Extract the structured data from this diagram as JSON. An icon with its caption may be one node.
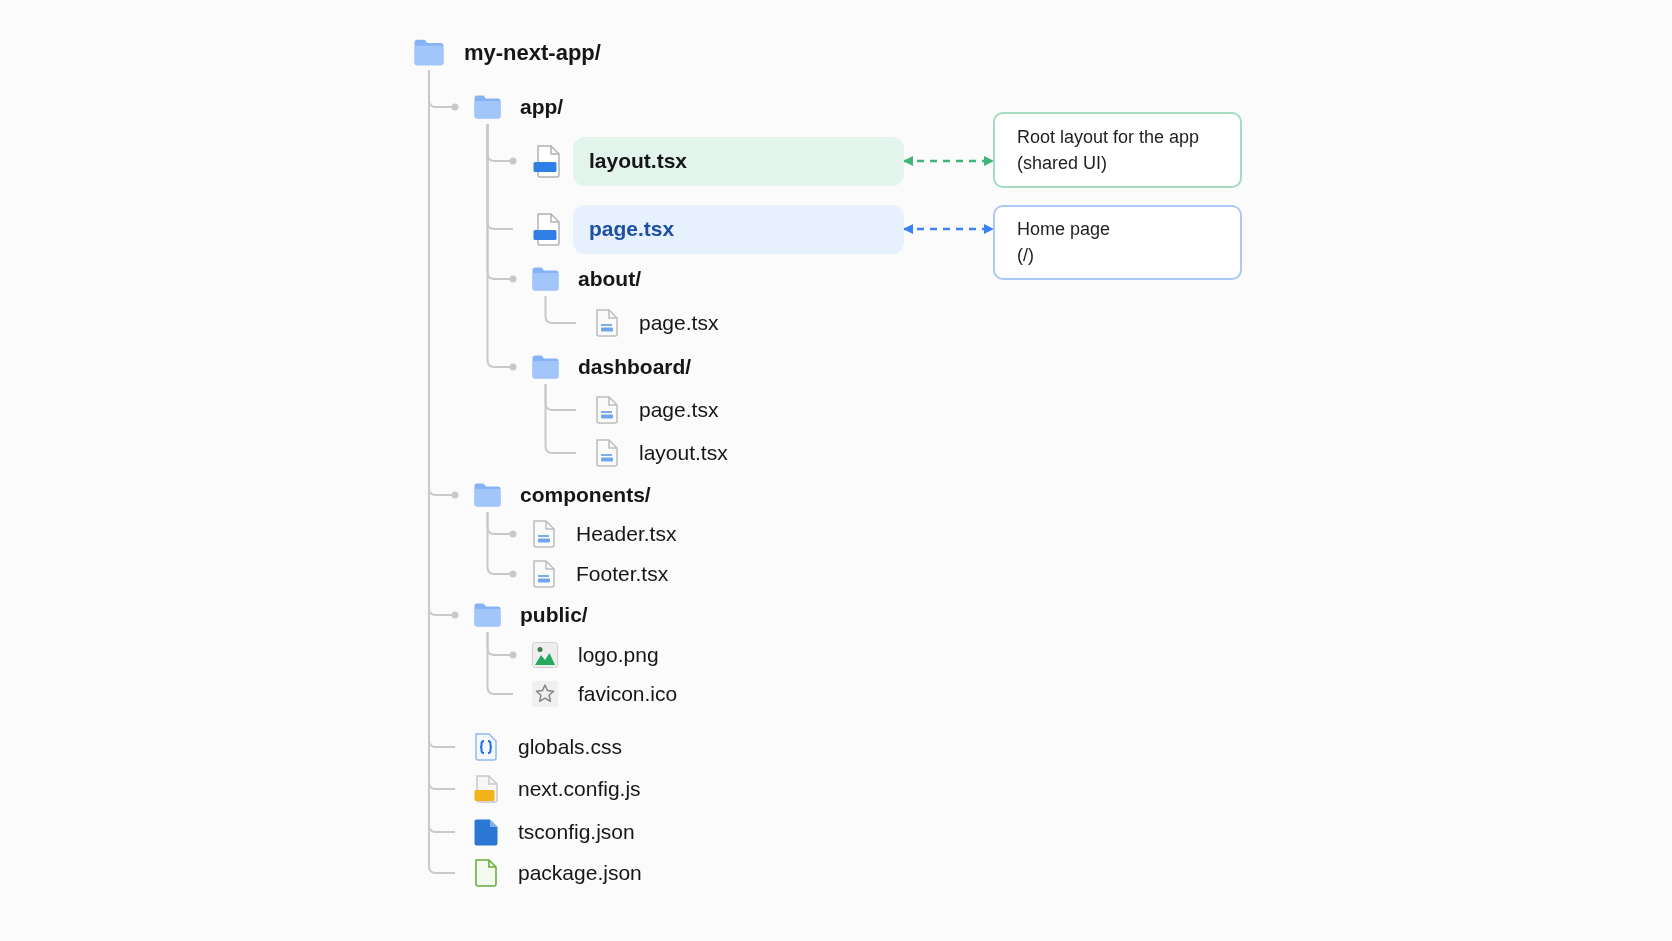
{
  "diagram": {
    "nodes": [
      {
        "text": [
          "my-next-app/"
        ]
      },
      {
        "text": [
          "app/"
        ]
      },
      {
        "text": [
          "layout.tsx"
        ]
      },
      {
        "text": [
          "page.tsx"
        ]
      },
      {
        "text": [
          "about/"
        ]
      },
      {
        "text": [
          "page.tsx"
        ]
      },
      {
        "text": [
          "dashboard/"
        ]
      },
      {
        "text": [
          "page.tsx"
        ]
      },
      {
        "text": [
          "layout.tsx"
        ]
      },
      {
        "text": [
          "components/"
        ]
      },
      {
        "text": [
          "Header.tsx"
        ]
      },
      {
        "text": [
          "Footer.tsx"
        ]
      },
      {
        "text": [
          "public/"
        ]
      },
      {
        "text": [
          "logo.png"
        ]
      },
      {
        "text": [
          "favicon.ico"
        ]
      },
      {
        "text": [
          "globals.css"
        ]
      },
      {
        "text": [
          "next.config.js"
        ]
      },
      {
        "text": [
          "tsconfig.json"
        ]
      },
      {
        "text": [
          "package.json"
        ]
      },
      {
        "text": [
          "Root layout for the app",
          "(shared UI)"
        ]
      },
      {
        "text": [
          "Home page",
          "(/)"
        ]
      }
    ],
    "edges": [
      {
        "from": 0,
        "to": 1,
        "arrow": "other"
      },
      {
        "from": 1,
        "to": 2,
        "arrow": "other"
      },
      {
        "from": 1,
        "to": 3,
        "arrow": "none"
      },
      {
        "from": 1,
        "to": 4,
        "arrow": "other"
      },
      {
        "from": 4,
        "to": 5,
        "arrow": "none"
      },
      {
        "from": 1,
        "to": 6,
        "arrow": "other"
      },
      {
        "from": 6,
        "to": 7,
        "arrow": "none"
      },
      {
        "from": 6,
        "to": 8,
        "arrow": "none"
      },
      {
        "from": 0,
        "to": 9,
        "arrow": "other"
      },
      {
        "from": 9,
        "to": 10,
        "arrow": "other"
      },
      {
        "from": 9,
        "to": 11,
        "arrow": "other"
      },
      {
        "from": 0,
        "to": 12,
        "arrow": "other"
      },
      {
        "from": 12,
        "to": 13,
        "arrow": "other"
      },
      {
        "from": 12,
        "to": 14,
        "arrow": "none"
      },
      {
        "from": 0,
        "to": 15,
        "arrow": "none"
      },
      {
        "from": 0,
        "to": 16,
        "arrow": "none"
      },
      {
        "from": 0,
        "to": 17,
        "arrow": "none"
      },
      {
        "from": 0,
        "to": 18,
        "arrow": "none"
      },
      {
        "from": 2,
        "to": 19,
        "arrow": "both",
        "style": "dashed",
        "color": "#3fb57a"
      },
      {
        "from": 3,
        "to": 20,
        "arrow": "both",
        "style": "dashed",
        "color": "#3b82f6"
      }
    ]
  }
}
